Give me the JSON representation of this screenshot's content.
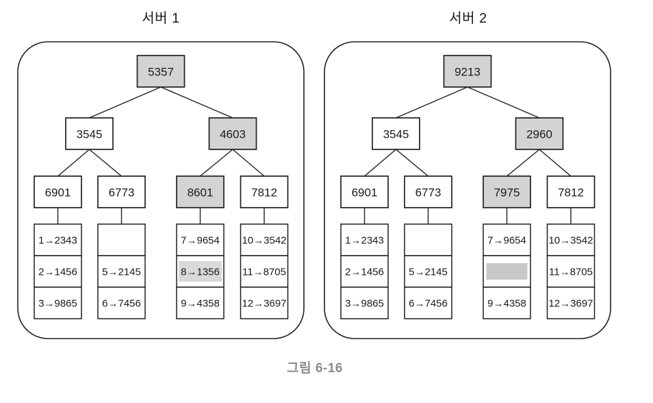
{
  "figure": {
    "caption": "그림 6-16"
  },
  "colors": {
    "line": "#1f1f1f",
    "text": "#1a1a1a",
    "node_plain": "#ffffff",
    "node_shaded": "#d3d3d3",
    "entry_highlight": "#d9d9d9",
    "erased_block": "#c8c8c8",
    "caption_gray": "#8a8a8a",
    "background": "#ffffff"
  },
  "servers": [
    {
      "title": "서버 1",
      "tree": {
        "root": {
          "label": "5357",
          "shaded": true
        },
        "level2": [
          {
            "label": "3545",
            "shaded": false
          },
          {
            "label": "4603",
            "shaded": true
          }
        ],
        "leaves": [
          {
            "label": "6901",
            "shaded": false,
            "entries": [
              {
                "text": "1→2343"
              },
              {
                "text": "2→1456"
              },
              {
                "text": "3→9865"
              }
            ]
          },
          {
            "label": "6773",
            "shaded": false,
            "entries": [
              {
                "text": ""
              },
              {
                "text": "5→2145"
              },
              {
                "text": "6→7456"
              }
            ]
          },
          {
            "label": "8601",
            "shaded": true,
            "entries": [
              {
                "text": "7→9654"
              },
              {
                "text": "8→1356",
                "highlight": true
              },
              {
                "text": "9→4358"
              }
            ]
          },
          {
            "label": "7812",
            "shaded": false,
            "entries": [
              {
                "text": "10→3542"
              },
              {
                "text": "11→8705"
              },
              {
                "text": "12→3697"
              }
            ]
          }
        ]
      }
    },
    {
      "title": "서버 2",
      "tree": {
        "root": {
          "label": "9213",
          "shaded": true
        },
        "level2": [
          {
            "label": "3545",
            "shaded": false
          },
          {
            "label": "2960",
            "shaded": true
          }
        ],
        "leaves": [
          {
            "label": "6901",
            "shaded": false,
            "entries": [
              {
                "text": "1→2343"
              },
              {
                "text": "2→1456"
              },
              {
                "text": "3→9865"
              }
            ]
          },
          {
            "label": "6773",
            "shaded": false,
            "entries": [
              {
                "text": ""
              },
              {
                "text": "5→2145"
              },
              {
                "text": "6→7456"
              }
            ]
          },
          {
            "label": "7975",
            "shaded": true,
            "entries": [
              {
                "text": "7→9654"
              },
              {
                "text": "",
                "gray_block": true
              },
              {
                "text": "9→4358"
              }
            ]
          },
          {
            "label": "7812",
            "shaded": false,
            "entries": [
              {
                "text": "10→3542"
              },
              {
                "text": "11→8705"
              },
              {
                "text": "12→3697"
              }
            ]
          }
        ]
      }
    }
  ]
}
